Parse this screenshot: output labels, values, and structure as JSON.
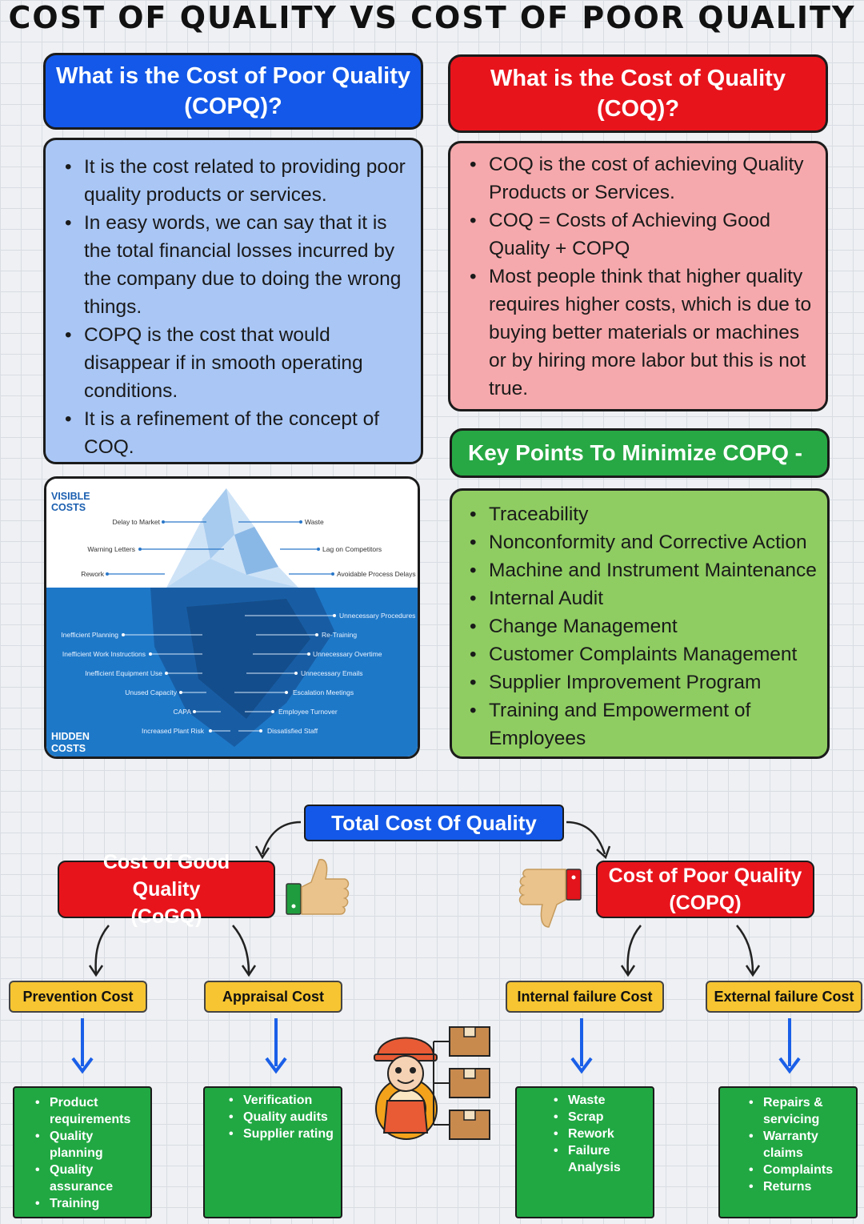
{
  "title": "COST OF QUALITY VS COST OF POOR QUALITY",
  "copq_section": {
    "heading": "What is the Cost of Poor Quality (COPQ)?",
    "points": [
      "It is the cost related to providing poor quality products or services.",
      "In easy words, we can say that it is the total financial losses incurred by the company due to doing the wrong things.",
      "COPQ is the cost that would disappear if in smooth operating conditions.",
      "It is a refinement of the concept of COQ."
    ]
  },
  "coq_section": {
    "heading": "What is the Cost of Quality (COQ)?",
    "points": [
      "COQ is the cost of achieving Quality Products or Services.",
      "COQ = Costs of Achieving Good Quality + COPQ",
      "Most people think that higher quality requires higher costs, which is due to buying better materials or machines or by hiring more labor but this is not true."
    ]
  },
  "key_points": {
    "heading": "Key Points To Minimize COPQ -",
    "items": [
      "Traceability",
      "Nonconformity and Corrective Action",
      "Machine and Instrument Maintenance",
      "Internal Audit",
      "Change Management",
      "Customer Complaints Management",
      "Supplier Improvement Program",
      "Training and Empowerment of Employees"
    ]
  },
  "iceberg": {
    "visible_label": [
      "VISIBLE",
      "COSTS"
    ],
    "hidden_label": [
      "HIDDEN",
      "COSTS"
    ],
    "visible_left": [
      "Delay to Market",
      "Warning Letters",
      "Rework"
    ],
    "visible_right": [
      "Waste",
      "Lag on Competitors",
      "Avoidable Process Delays"
    ],
    "hidden_left": [
      "Inefficient Planning",
      "Inefficient Work Instructions",
      "Inefficient Equipment Use",
      "Unused Capacity",
      "CAPA",
      "Increased Plant Risk"
    ],
    "hidden_right": [
      "Unnecessary Procedures",
      "Re-Training",
      "Unnecessary Overtime",
      "Unnecessary Emails",
      "Escalation Meetings",
      "Employee Turnover",
      "Dissatisfied Staff"
    ]
  },
  "diagram": {
    "total": "Total Cost Of Quality",
    "good": {
      "line1": "Cost of Good Quality",
      "line2": "(CoGQ)"
    },
    "poor": {
      "line1": "Cost of Poor Quality",
      "line2": "(COPQ)"
    },
    "categories": [
      {
        "label": "Prevention Cost",
        "items": [
          "Product requirements",
          "Quality planning",
          "Quality assurance",
          "Training"
        ]
      },
      {
        "label": "Appraisal Cost",
        "items": [
          "Verification",
          "Quality audits",
          "Supplier rating"
        ]
      },
      {
        "label": "Internal failure Cost",
        "items": [
          "Waste",
          "Scrap",
          "Rework",
          "Failure Analysis"
        ]
      },
      {
        "label": "External failure Cost",
        "items": [
          "Repairs & servicing",
          "Warranty claims",
          "Complaints",
          "Returns"
        ]
      }
    ]
  },
  "colors": {
    "blue_header": "#1358e8",
    "red_header": "#e8141c",
    "green_header": "#27a844",
    "light_blue": "#a9c6f5",
    "pink": "#f6a9ac",
    "light_green": "#8fcd62",
    "yellow": "#f6c531"
  }
}
